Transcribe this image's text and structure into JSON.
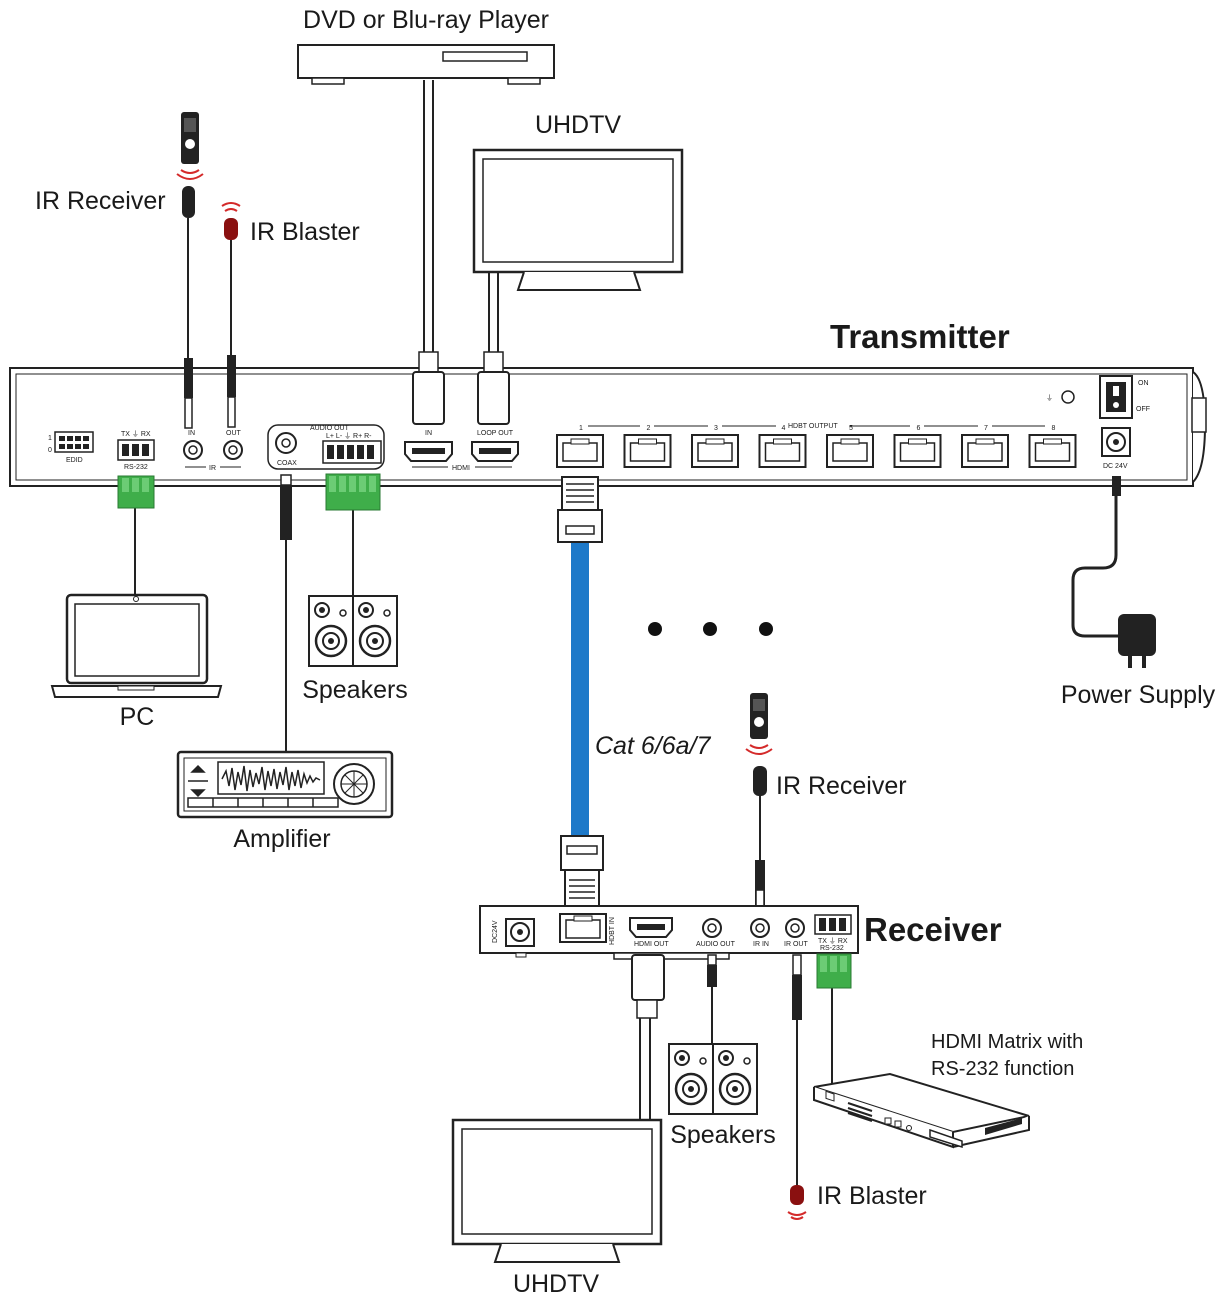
{
  "labels": {
    "dvd_player": "DVD or Blu-ray Player",
    "uhdtv_top": "UHDTV",
    "ir_receiver_top": "IR Receiver",
    "ir_blaster_top": "IR Blaster",
    "transmitter": "Transmitter",
    "pc": "PC",
    "speakers_top": "Speakers",
    "amplifier": "Amplifier",
    "power_supply": "Power Supply",
    "cable": "Cat 6/6a/7",
    "ir_receiver_bottom": "IR Receiver",
    "receiver": "Receiver",
    "hdmi_matrix_line1": "HDMI Matrix with",
    "hdmi_matrix_line2": "RS-232 function",
    "speakers_bottom": "Speakers",
    "ir_blaster_bottom": "IR Blaster",
    "uhdtv_bottom": "UHDTV"
  },
  "transmitter_panel": {
    "edid": "EDID",
    "edid_1": "1",
    "edid_0": "0",
    "rs232_pins": "TX ⏚ RX",
    "rs232": "RS-232",
    "ir_in": "IN",
    "ir_out": "OUT",
    "ir": "IR",
    "audio_out": "AUDIO OUT",
    "audio_pins": "L+ L- ⏚ R+ R-",
    "coax": "COAX",
    "hdmi_in": "IN",
    "hdmi_loop": "LOOP OUT",
    "hdmi": "HDMI",
    "hdbt_output": "HDBT OUTPUT",
    "ports": [
      "1",
      "2",
      "3",
      "4",
      "5",
      "6",
      "7",
      "8"
    ],
    "on": "ON",
    "off": "OFF",
    "dc": "DC 24V"
  },
  "receiver_panel": {
    "dc": "DC24V",
    "hdbt_in": "HDBT IN",
    "hdmi_out": "HDMI OUT",
    "audio_out": "AUDIO OUT",
    "ir_in": "IR IN",
    "ir_out": "IR OUT",
    "rs232_pins": "TX ⏚ RX",
    "rs232": "RS-232"
  }
}
